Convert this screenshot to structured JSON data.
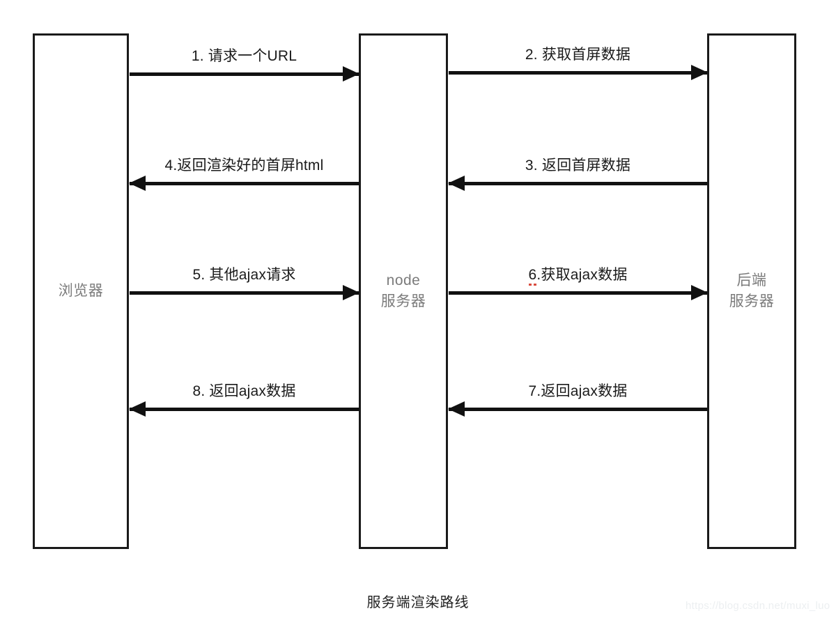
{
  "diagram": {
    "caption": "服务端渲染路线",
    "watermark": "https://blog.csdn.net/muxi_luo",
    "colors": {
      "stroke": "#111111",
      "lifeline_label": "#7b7b7b",
      "message_label": "#1a1a1a",
      "caption": "#1f1f1f",
      "watermark": "#eceff1",
      "spellcheck_underline": "#d94b3e",
      "background": "#ffffff"
    },
    "lifelines": [
      {
        "id": "browser",
        "label": "浏览器"
      },
      {
        "id": "node-server",
        "label": "node\n服务器"
      },
      {
        "id": "backend-server",
        "label": "后端\n服务器"
      }
    ],
    "messages": [
      {
        "seq": "1",
        "label": "1. 请求一个URL",
        "from": "browser",
        "to": "node-server",
        "direction": "right",
        "spellcheck": false
      },
      {
        "seq": "2",
        "label": "2. 获取首屏数据",
        "from": "node-server",
        "to": "backend-server",
        "direction": "right",
        "spellcheck": false
      },
      {
        "seq": "3",
        "label": "3. 返回首屏数据",
        "from": "backend-server",
        "to": "node-server",
        "direction": "left",
        "spellcheck": false
      },
      {
        "seq": "4",
        "label": "4.返回渲染好的首屏html",
        "from": "node-server",
        "to": "browser",
        "direction": "left",
        "spellcheck": false
      },
      {
        "seq": "5",
        "label": "5. 其他ajax请求",
        "from": "browser",
        "to": "node-server",
        "direction": "right",
        "spellcheck": false
      },
      {
        "seq": "6",
        "label": "6.获取ajax数据",
        "label_marked_prefix": "6.",
        "label_rest": "获取ajax数据",
        "from": "node-server",
        "to": "backend-server",
        "direction": "right",
        "spellcheck": true
      },
      {
        "seq": "7",
        "label": "7.返回ajax数据",
        "from": "backend-server",
        "to": "node-server",
        "direction": "left",
        "spellcheck": false
      },
      {
        "seq": "8",
        "label": "8. 返回ajax数据",
        "from": "node-server",
        "to": "browser",
        "direction": "left",
        "spellcheck": false
      }
    ]
  }
}
